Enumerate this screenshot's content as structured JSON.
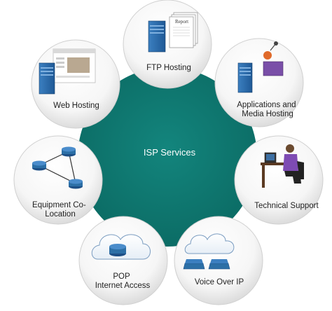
{
  "center": {
    "label": "ISP Services",
    "color": "#0e7a73"
  },
  "services": [
    {
      "id": "ftp",
      "label_lines": [
        "FTP Hosting"
      ],
      "icon": "server-with-report-icon",
      "icon_text": "Report"
    },
    {
      "id": "apps",
      "label_lines": [
        "Applications and",
        "Media Hosting"
      ],
      "icon": "server-with-media-icon"
    },
    {
      "id": "support",
      "label_lines": [
        "Technical Support"
      ],
      "icon": "technician-at-desk-icon"
    },
    {
      "id": "voip",
      "label_lines": [
        "Voice Over IP"
      ],
      "icon": "ip-phones-cloud-icon"
    },
    {
      "id": "pop",
      "label_lines": [
        "POP",
        "Internet Access"
      ],
      "icon": "router-cloud-icon"
    },
    {
      "id": "colo",
      "label_lines": [
        "Equipment Co-",
        "Location"
      ],
      "icon": "network-routers-icon"
    },
    {
      "id": "web",
      "label_lines": [
        "Web Hosting"
      ],
      "icon": "server-with-webpage-icon"
    }
  ],
  "colors": {
    "server": "#2f6fb0",
    "server_dark": "#1d4f86",
    "router": "#2c6fa6",
    "circle_border": "#d0d0d0"
  }
}
